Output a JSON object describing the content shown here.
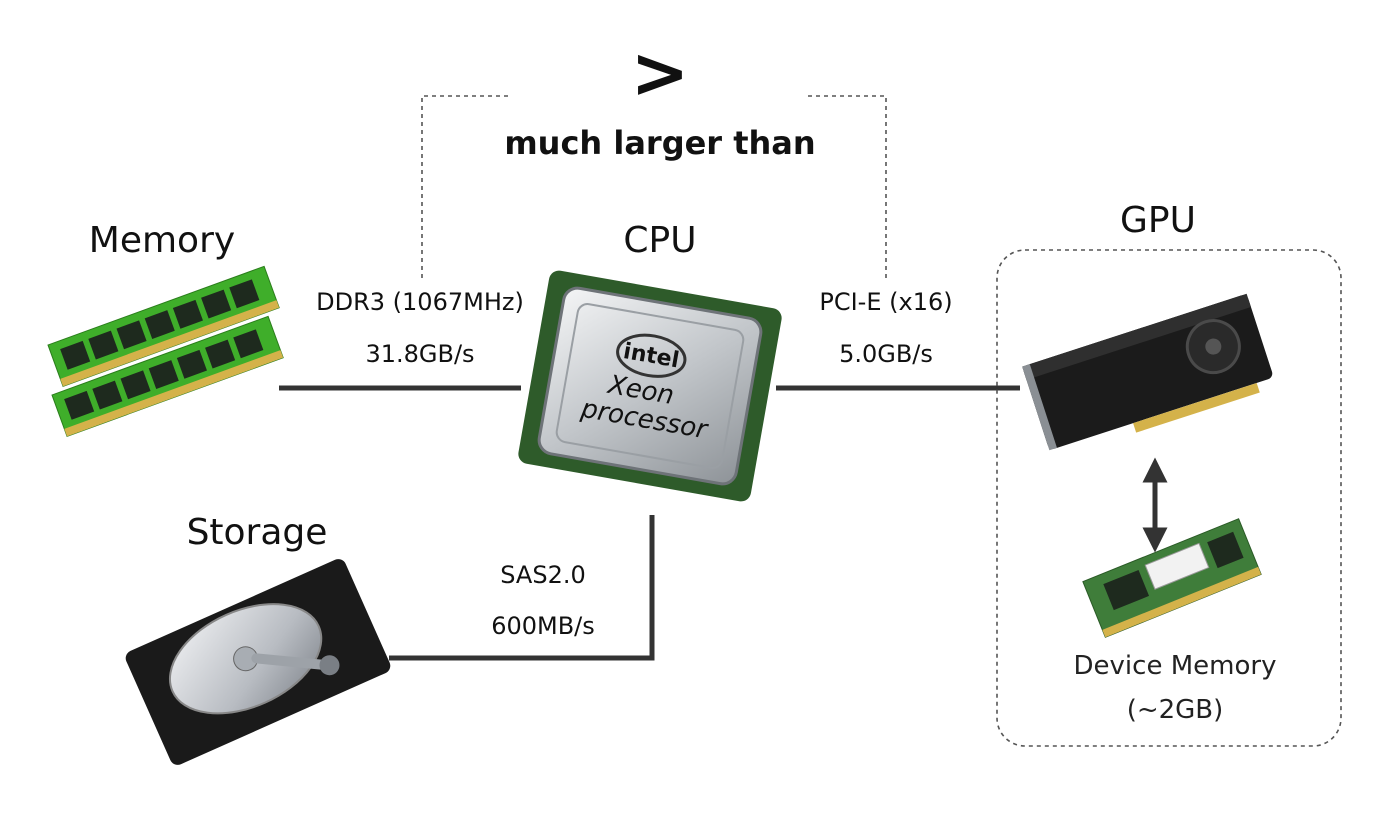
{
  "comparison": {
    "symbol": ">",
    "caption": "much larger than"
  },
  "cpu": {
    "title": "CPU",
    "chip_brand": "intel",
    "chip_line1": "Xeon",
    "chip_line2": "processor"
  },
  "memory": {
    "title": "Memory",
    "link_name": "DDR3 (1067MHz)",
    "link_bandwidth": "31.8GB/s"
  },
  "gpu": {
    "title": "GPU",
    "link_name": "PCI-E (x16)",
    "link_bandwidth": "5.0GB/s",
    "device_memory_label": "Device Memory",
    "device_memory_size": "(~2GB)"
  },
  "storage": {
    "title": "Storage",
    "link_name": "SAS2.0",
    "link_bandwidth": "600MB/s"
  },
  "colors": {
    "line": "#333333",
    "dashed": "#555555",
    "ram_pcb": "#3fae2a",
    "ram_chip": "#1e2a1e",
    "gpu_body": "#1b1b1b",
    "gold": "#d4b24a",
    "hdd_body": "#1a1a1a",
    "hdd_platter": "#c9ccd0"
  }
}
